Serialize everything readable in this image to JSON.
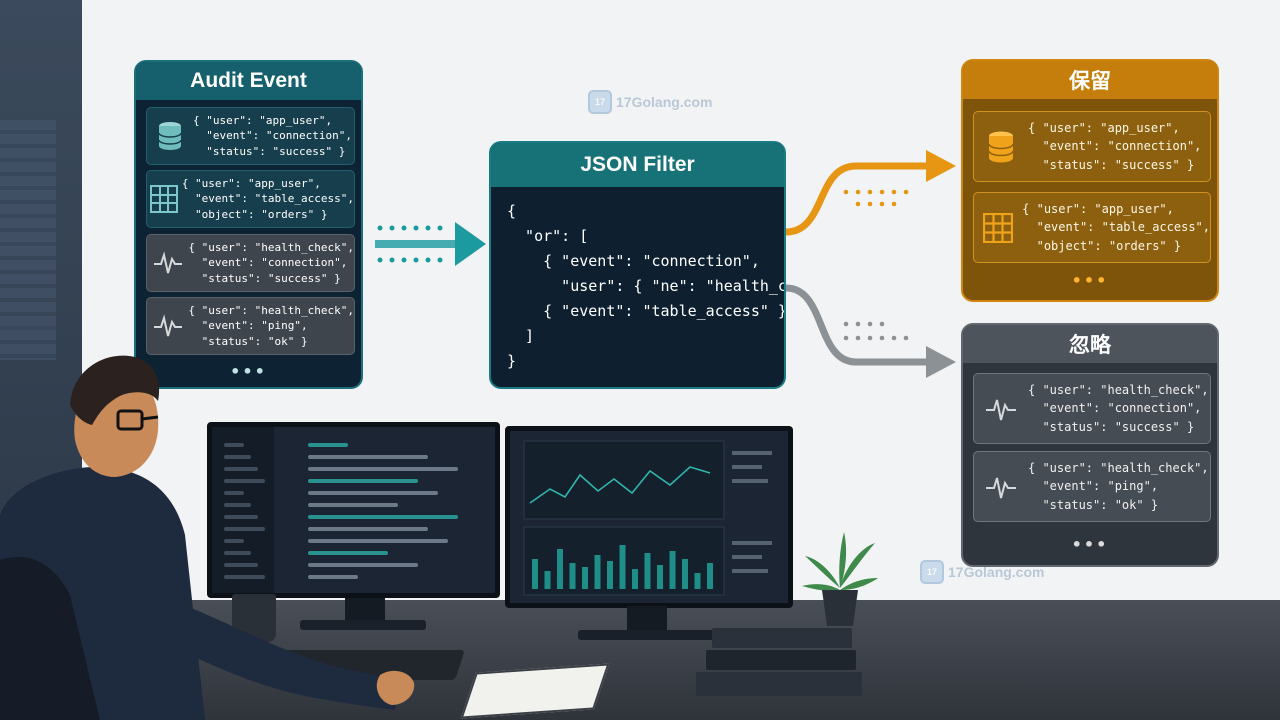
{
  "audit_panel": {
    "title": "Audit Event",
    "events": [
      {
        "icon": "database-icon",
        "text": "{ \"user\": \"app_user\",\n  \"event\": \"connection\",\n  \"status\": \"success\" }"
      },
      {
        "icon": "table-icon",
        "text": "{ \"user\": \"app_user\",\n  \"event\": \"table_access\",\n  \"object\": \"orders\" }"
      },
      {
        "icon": "heartbeat-icon",
        "text": "{ \"user\": \"health_check\",\n  \"event\": \"connection\",\n  \"status\": \"success\" }"
      },
      {
        "icon": "heartbeat-icon",
        "text": "{ \"user\": \"health_check\",\n  \"event\": \"ping\",\n  \"status\": \"ok\" }"
      }
    ],
    "more": "•••"
  },
  "filter_panel": {
    "title": "JSON Filter",
    "code": "{\n  \"or\": [\n    { \"event\": \"connection\",\n      \"user\": { \"ne\": \"health_check\" } },\n    { \"event\": \"table_access\" }\n  ]\n}"
  },
  "keep_panel": {
    "title": "保留",
    "events": [
      {
        "icon": "database-icon",
        "text": "{ \"user\": \"app_user\",\n  \"event\": \"connection\",\n  \"status\": \"success\" }"
      },
      {
        "icon": "table-icon",
        "text": "{ \"user\": \"app_user\",\n  \"event\": \"table_access\",\n  \"object\": \"orders\" }"
      }
    ],
    "more": "•••"
  },
  "ignore_panel": {
    "title": "忽略",
    "events": [
      {
        "icon": "heartbeat-icon",
        "text": "{ \"user\": \"health_check\",\n  \"event\": \"connection\",\n  \"status\": \"success\" }"
      },
      {
        "icon": "heartbeat-icon",
        "text": "{ \"user\": \"health_check\",\n  \"event\": \"ping\",\n  \"status\": \"ok\" }"
      }
    ],
    "more": "•••"
  },
  "watermark": {
    "text": "17Golang.com"
  },
  "colors": {
    "teal": "#1b7b84",
    "keep_orange": "#e69612",
    "ignore_grey": "#8c9196",
    "dark_bg": "#0e2030"
  }
}
